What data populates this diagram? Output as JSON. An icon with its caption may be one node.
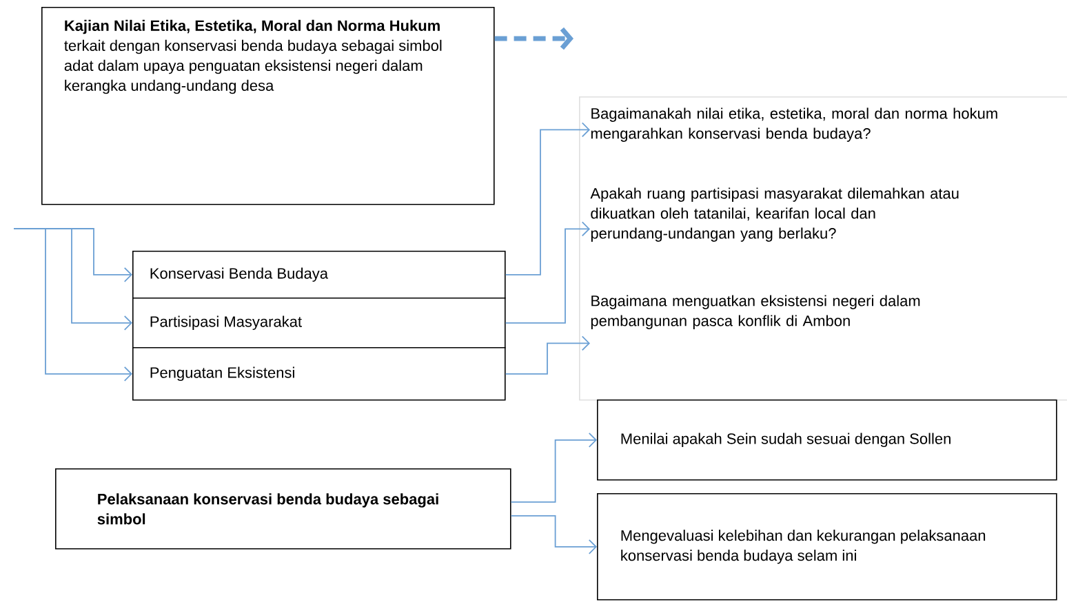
{
  "diagram": {
    "nodes": [
      {
        "text": [
          "**Kajian Nilai Etika,  Estetika, Moral dan Norma Hukum** terkait dengan konservasi benda budaya sebagai simbol adat dalam upaya penguatan eksistensi negeri dalam kerangka undang-undang desa"
        ]
      },
      {
        "text": [
          "Konservasi Benda Budaya"
        ]
      },
      {
        "text": [
          "Partisipasi Masyarakat"
        ]
      },
      {
        "text": [
          "Penguatan Eksistensi"
        ]
      },
      {
        "text": [],
        "shape": "box"
      },
      {
        "text": [
          "Bagaimanakah nilai etika, estetika, moral dan norma hokum mengarahkan konservasi benda budaya?"
        ],
        "in": 4
      },
      {
        "text": [
          "Apakah ruang partisipasi masyarakat dilemahkan atau dikuatkan oleh tatanilai, kearifan local dan perundang-undangan yang berlaku?"
        ],
        "in": 4
      },
      {
        "text": [
          "Bagaimana menguatkan eksistensi negeri dalam pembangunan pasca konflik di Ambon"
        ],
        "in": 4
      },
      {
        "text": [
          "Pelaksanaan konservasi benda budaya sebagai simbol"
        ]
      },
      {
        "text": [
          "Menilai apakah Sein sudah sesuai dengan Sollen"
        ]
      },
      {
        "text": [
          "Mengevaluasi kelebihan dan kekurangan pelaksanaan konservasi benda budaya selam ini"
        ]
      }
    ],
    "edges": [
      {
        "from": 0,
        "to": null,
        "arrow": "to",
        "style": "dashed"
      },
      {
        "from": null,
        "to": 1,
        "arrow": "to"
      },
      {
        "from": null,
        "to": 2,
        "arrow": "to"
      },
      {
        "from": null,
        "to": 3,
        "arrow": "to"
      },
      {
        "from": 1,
        "to": 5,
        "arrow": "to"
      },
      {
        "from": 2,
        "to": 6,
        "arrow": "to"
      },
      {
        "from": 3,
        "to": 7,
        "arrow": "to"
      },
      {
        "from": 8,
        "to": 9,
        "arrow": "to"
      },
      {
        "from": 8,
        "to": 10,
        "arrow": "to"
      }
    ]
  }
}
